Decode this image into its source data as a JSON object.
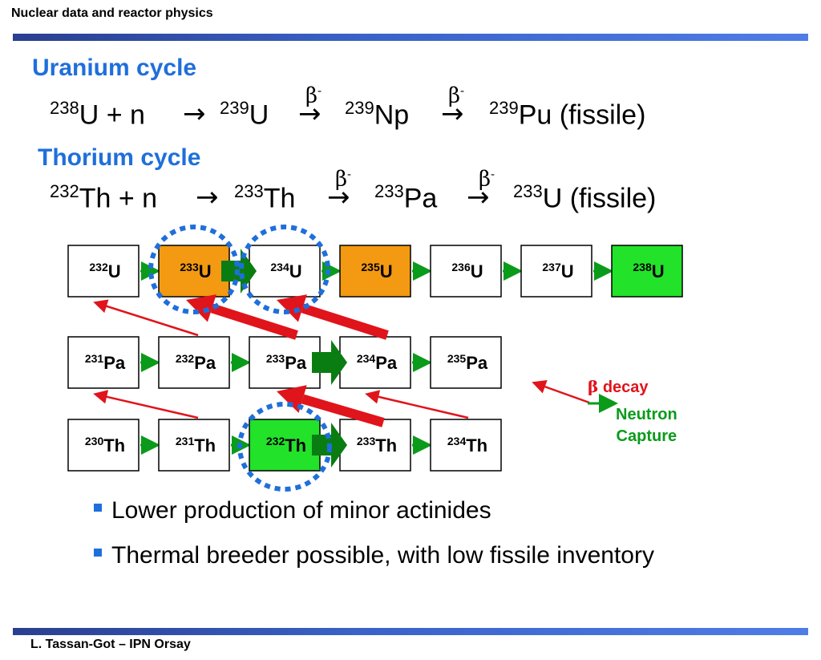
{
  "header": {
    "title": "Nuclear data and reactor physics"
  },
  "footer": {
    "author": "L. Tassan-Got – IPN Orsay"
  },
  "uranium": {
    "heading": "Uranium cycle",
    "t1_sup": "238",
    "t1": "U + n",
    "t2_sup": "239",
    "t2": "U",
    "t3_sup": "239",
    "t3": "Np",
    "t4_sup": "239",
    "t4": "Pu (fissile)",
    "beta": "β",
    "beta_sup": "-",
    "arrow": "→"
  },
  "thorium": {
    "heading": "Thorium cycle",
    "t1_sup": "232",
    "t1": "Th + n",
    "t2_sup": "233",
    "t2": "Th",
    "t3_sup": "233",
    "t3": "Pa",
    "t4_sup": "233",
    "t4": "U (fissile)",
    "beta": "β",
    "beta_sup": "-",
    "arrow": "→"
  },
  "colors": {
    "fissile": "#f39a12",
    "fertile": "#22e22a",
    "capture": "#0a9b1a",
    "decay": "#e0141b",
    "highlight": "#1f6fdb",
    "path": "#0a7d12"
  },
  "chain": {
    "uranium_row": [
      {
        "a": "232",
        "el": "U",
        "state": "plain"
      },
      {
        "a": "233",
        "el": "U",
        "state": "fissile"
      },
      {
        "a": "234",
        "el": "U",
        "state": "plain"
      },
      {
        "a": "235",
        "el": "U",
        "state": "fissile"
      },
      {
        "a": "236",
        "el": "U",
        "state": "plain"
      },
      {
        "a": "237",
        "el": "U",
        "state": "plain"
      },
      {
        "a": "238",
        "el": "U",
        "state": "fertile"
      }
    ],
    "protactinium_row": [
      {
        "a": "231",
        "el": "Pa",
        "state": "plain"
      },
      {
        "a": "232",
        "el": "Pa",
        "state": "plain"
      },
      {
        "a": "233",
        "el": "Pa",
        "state": "plain"
      },
      {
        "a": "234",
        "el": "Pa",
        "state": "plain"
      },
      {
        "a": "235",
        "el": "Pa",
        "state": "plain"
      }
    ],
    "thorium_row": [
      {
        "a": "230",
        "el": "Th",
        "state": "plain"
      },
      {
        "a": "231",
        "el": "Th",
        "state": "plain"
      },
      {
        "a": "232",
        "el": "Th",
        "state": "fertile"
      },
      {
        "a": "233",
        "el": "Th",
        "state": "plain"
      },
      {
        "a": "234",
        "el": "Th",
        "state": "plain"
      }
    ]
  },
  "legend": {
    "beta_symbol": "β",
    "beta_label": "decay",
    "capture_line1": "Neutron",
    "capture_line2": "Capture"
  },
  "bullets": [
    "Lower production of minor actinides",
    "Thermal breeder possible, with low fissile inventory"
  ]
}
